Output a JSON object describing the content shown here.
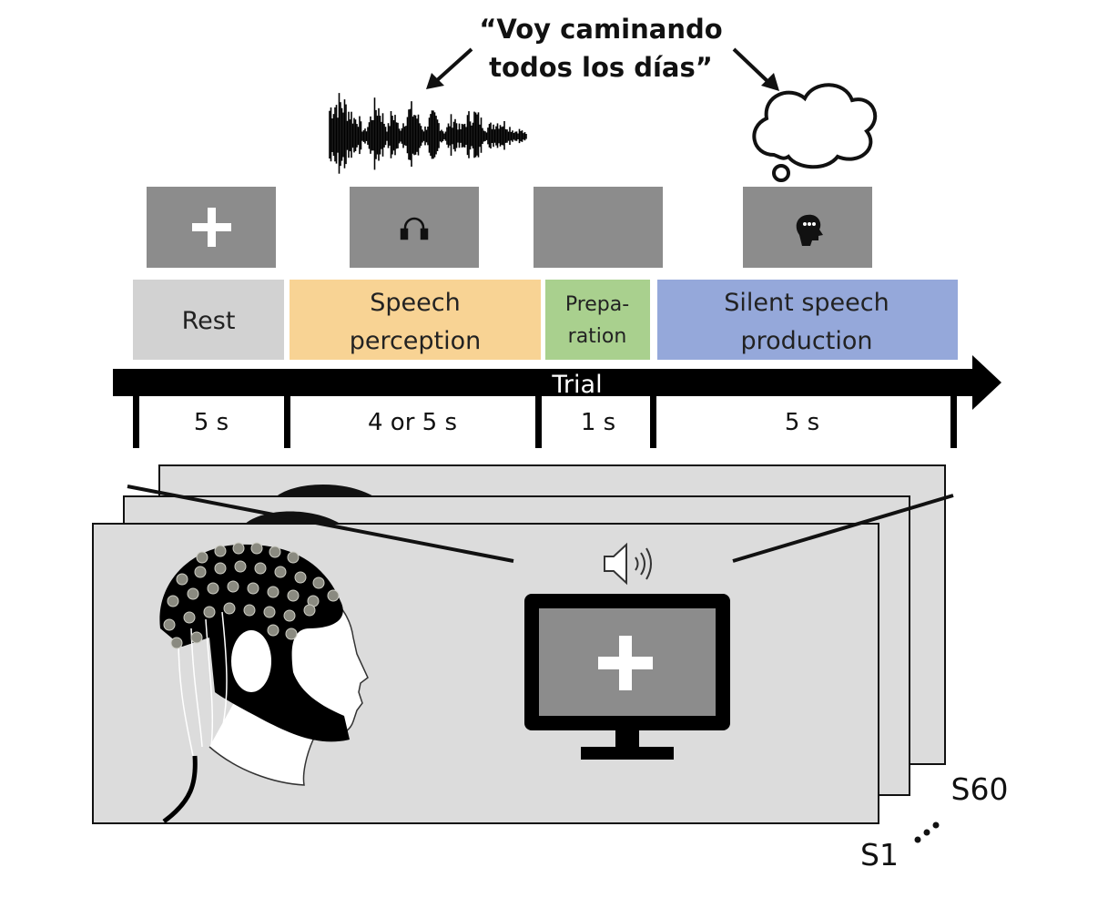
{
  "quote": {
    "line1": "“Voy caminando",
    "line2": "todos los días”"
  },
  "phases": [
    {
      "label_lines": [
        "Rest"
      ],
      "duration": "5 s",
      "color": "#d2d2d2",
      "screen_icon": "fixation-cross-icon"
    },
    {
      "label_lines": [
        "Speech",
        "perception"
      ],
      "duration": "4 or 5 s",
      "color": "#f8d394",
      "screen_icon": "headphones-icon"
    },
    {
      "label_lines": [
        "Prepa-",
        "ration"
      ],
      "duration": "1 s",
      "color": "#a9d08e",
      "screen_icon": "blank-screen"
    },
    {
      "label_lines": [
        "Silent speech",
        "production"
      ],
      "duration": "5 s",
      "color": "#95a8da",
      "screen_icon": "thinking-head-icon"
    }
  ],
  "timeline": {
    "label": "Trial"
  },
  "subjects": {
    "first": "S1",
    "last": "S60",
    "ellipsis": "…"
  },
  "scene_icons": [
    "eeg-cap-head-icon",
    "monitor-icon",
    "speaker-icon",
    "waveform-icon",
    "thought-cloud-icon"
  ]
}
